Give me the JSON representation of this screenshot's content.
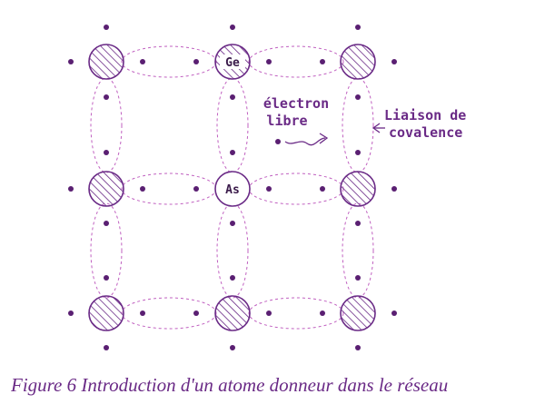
{
  "colors": {
    "accent": "#6a2a86",
    "bond": "#c060c0"
  },
  "atoms": {
    "germanium_symbol": "Ge",
    "arsenic_symbol": "As"
  },
  "labels": {
    "free_electron_line1": "électron",
    "free_electron_line2": "libre",
    "covalent_bond_line1": "Liaison de",
    "covalent_bond_line2": "covalence"
  },
  "caption": "Figure 6 Introduction d'un atome donneur dans le réseau"
}
